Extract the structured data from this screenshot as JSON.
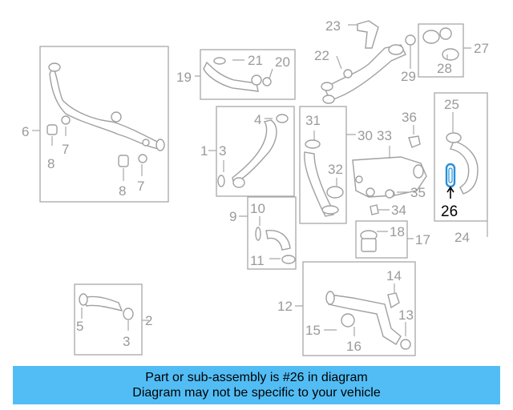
{
  "diagram": {
    "labels": {
      "l1": "1",
      "l2": "2",
      "l3a": "3",
      "l3b": "3",
      "l4": "4",
      "l5": "5",
      "l6": "6",
      "l7a": "7",
      "l7b": "7",
      "l8a": "8",
      "l8b": "8",
      "l9": "9",
      "l10": "10",
      "l11": "11",
      "l12": "12",
      "l13": "13",
      "l14": "14",
      "l15": "15",
      "l16": "16",
      "l17": "17",
      "l18": "18",
      "l19": "19",
      "l20": "20",
      "l21": "21",
      "l22": "22",
      "l23": "23",
      "l24": "24",
      "l25": "25",
      "l26": "26",
      "l27": "27",
      "l28": "28",
      "l29": "29",
      "l30": "30",
      "l31": "31",
      "l32": "32",
      "l33": "33",
      "l34": "34",
      "l35": "35",
      "l36": "36"
    },
    "highlighted_part": "26"
  },
  "banner": {
    "line1": "Part or sub-assembly is #26 in diagram",
    "line2": "Diagram may not be specific to your vehicle",
    "color": "#52bdf5"
  },
  "colors": {
    "highlight": "#2a8fd8",
    "line_gray": "#a8a8a8",
    "text_gray": "#9a9a9a"
  }
}
